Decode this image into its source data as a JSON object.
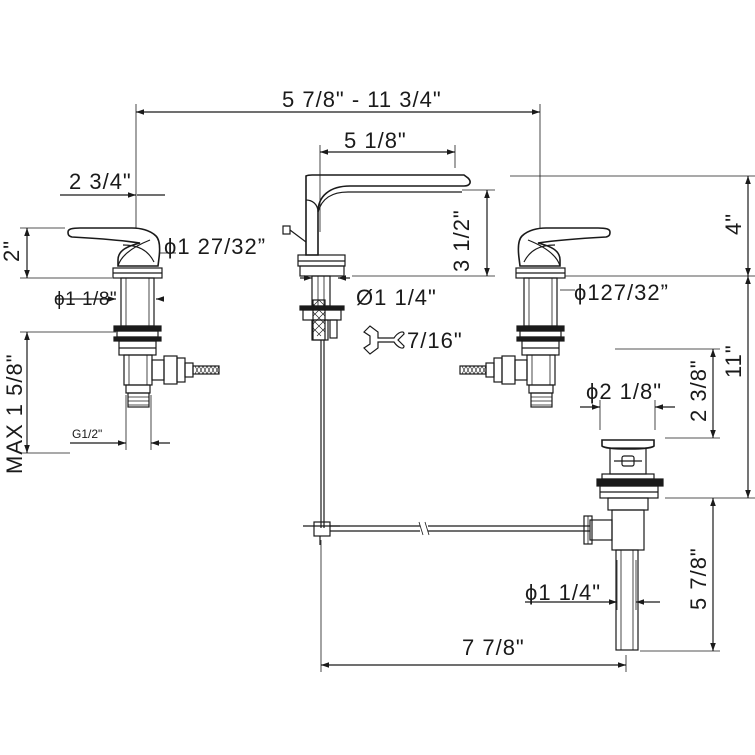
{
  "dimensions": {
    "overall_spread": "5 7/8\" - 11 3/4\"",
    "spout_reach": "5 1/8\"",
    "handle_width": "2 3/4\"",
    "handle_height": "2\"",
    "spout_height": "3 1/2\"",
    "top_height": "4\"",
    "handle_dia_left": "ϕ1 27/32”",
    "handle_dia_right": "ϕ127/32”",
    "spout_base_dia": "Ø1 1/4\"",
    "shank_dia": "ϕ1 1/8\"",
    "wrench": "7/16\"",
    "max_deck": "MAX 1 5/8\"",
    "thread": "G1/2\"",
    "drain_flange_dia": "ϕ2 1/8\"",
    "drain_flange_height": "2 3/8\"",
    "total_height": "11\"",
    "drain_tail_dia": "ϕ1 1/4\"",
    "drain_tail_length": "5 7/8\"",
    "lift_rod_length": "7 7/8\""
  }
}
